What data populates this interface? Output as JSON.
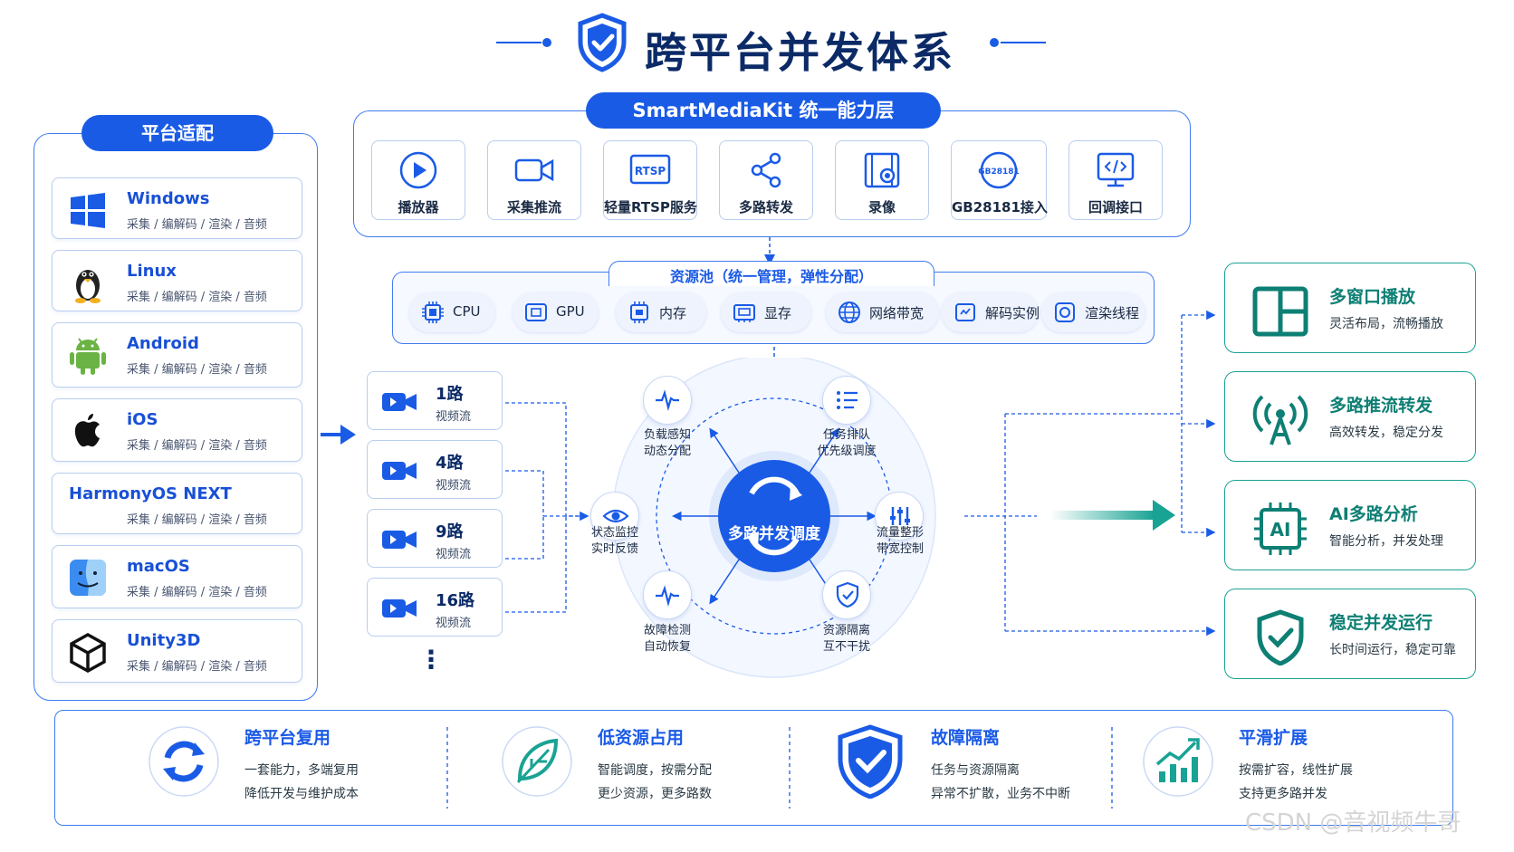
{
  "header": {
    "title": "跨平台并发体系"
  },
  "platform": {
    "title": "平台适配",
    "items": [
      {
        "name": "Windows",
        "desc": "采集 / 编解码 / 渲染 / 音频"
      },
      {
        "name": "Linux",
        "desc": "采集 / 编解码 / 渲染 / 音频"
      },
      {
        "name": "Android",
        "desc": "采集 / 编解码 / 渲染 / 音频"
      },
      {
        "name": "iOS",
        "desc": "采集 / 编解码 / 渲染 / 音频"
      },
      {
        "name": "HarmonyOS NEXT",
        "desc": "采集 / 编解码 / 渲染 / 音频"
      },
      {
        "name": "macOS",
        "desc": "采集 / 编解码 / 渲染 / 音频"
      },
      {
        "name": "Unity3D",
        "desc": "采集 / 编解码 / 渲染 / 音频"
      }
    ]
  },
  "capability": {
    "title": "SmartMediaKit 统一能力层",
    "items": [
      {
        "label": "播放器",
        "icon": "play-icon"
      },
      {
        "label": "采集推流",
        "icon": "camera-icon"
      },
      {
        "label": "轻量RTSP服务",
        "icon": "rtsp-icon",
        "icon_text": "RTSP"
      },
      {
        "label": "多路转发",
        "icon": "share-icon"
      },
      {
        "label": "录像",
        "icon": "film-record-icon"
      },
      {
        "label": "GB28181接入",
        "icon": "gb28181-icon",
        "icon_text": "GB28181"
      },
      {
        "label": "回调接口",
        "icon": "code-monitor-icon"
      }
    ]
  },
  "resources": {
    "title": "资源池（统一管理，弹性分配）",
    "items": [
      {
        "label": "CPU",
        "icon": "cpu-icon"
      },
      {
        "label": "GPU",
        "icon": "gpu-icon"
      },
      {
        "label": "内存",
        "icon": "memory-icon"
      },
      {
        "label": "显存",
        "icon": "vram-icon"
      },
      {
        "label": "网络带宽",
        "icon": "globe-icon"
      },
      {
        "label": "解码实例",
        "icon": "decoder-icon"
      },
      {
        "label": "渲染线程",
        "icon": "render-thread-icon"
      }
    ]
  },
  "streams": {
    "items": [
      {
        "count": "1路",
        "label": "视频流"
      },
      {
        "count": "4路",
        "label": "视频流"
      },
      {
        "count": "9路",
        "label": "视频流"
      },
      {
        "count": "16路",
        "label": "视频流"
      }
    ],
    "more": "⋮"
  },
  "scheduler": {
    "center": "多路并发调度",
    "nodes": [
      {
        "line1": "负载感知",
        "line2": "动态分配",
        "icon": "pulse-icon"
      },
      {
        "line1": "任务排队",
        "line2": "优先级调度",
        "icon": "task-list-icon"
      },
      {
        "line1": "流量整形",
        "line2": "带宽控制",
        "icon": "equalizer-icon"
      },
      {
        "line1": "资源隔离",
        "line2": "互不干扰",
        "icon": "shield-icon"
      },
      {
        "line1": "故障检测",
        "line2": "自动恢复",
        "icon": "heartbeat-icon"
      },
      {
        "line1": "状态监控",
        "line2": "实时反馈",
        "icon": "eye-icon"
      }
    ]
  },
  "outputs": {
    "items": [
      {
        "name": "多窗口播放",
        "desc": "灵活布局，流畅播放",
        "icon": "multi-window-icon"
      },
      {
        "name": "多路推流转发",
        "desc": "高效转发，稳定分发",
        "icon": "antenna-icon"
      },
      {
        "name": "AI多路分析",
        "desc": "智能分析，并发处理",
        "icon": "ai-chip-icon",
        "icon_text": "AI"
      },
      {
        "name": "稳定并发运行",
        "desc": "长时间运行，稳定可靠",
        "icon": "shield-check-icon"
      }
    ]
  },
  "features": {
    "items": [
      {
        "name": "跨平台复用",
        "line1": "一套能力，多端复用",
        "line2": "降低开发与维护成本",
        "icon": "refresh-icon"
      },
      {
        "name": "低资源占用",
        "line1": "智能调度，按需分配",
        "line2": "更少资源，更多路数",
        "icon": "leaf-icon"
      },
      {
        "name": "故障隔离",
        "line1": "任务与资源隔离",
        "line2": "异常不扩散，业务不中断",
        "icon": "shield-check-icon"
      },
      {
        "name": "平滑扩展",
        "line1": "按需扩容，线性扩展",
        "line2": "支持更多路并发",
        "icon": "growth-chart-icon"
      }
    ]
  },
  "watermark": "CSDN @音视频牛哥",
  "colors": {
    "primary": "#1a5be6",
    "dark_navy": "#0b2a66",
    "teal": "#19a394",
    "border_blue": "#3f7cf0"
  }
}
